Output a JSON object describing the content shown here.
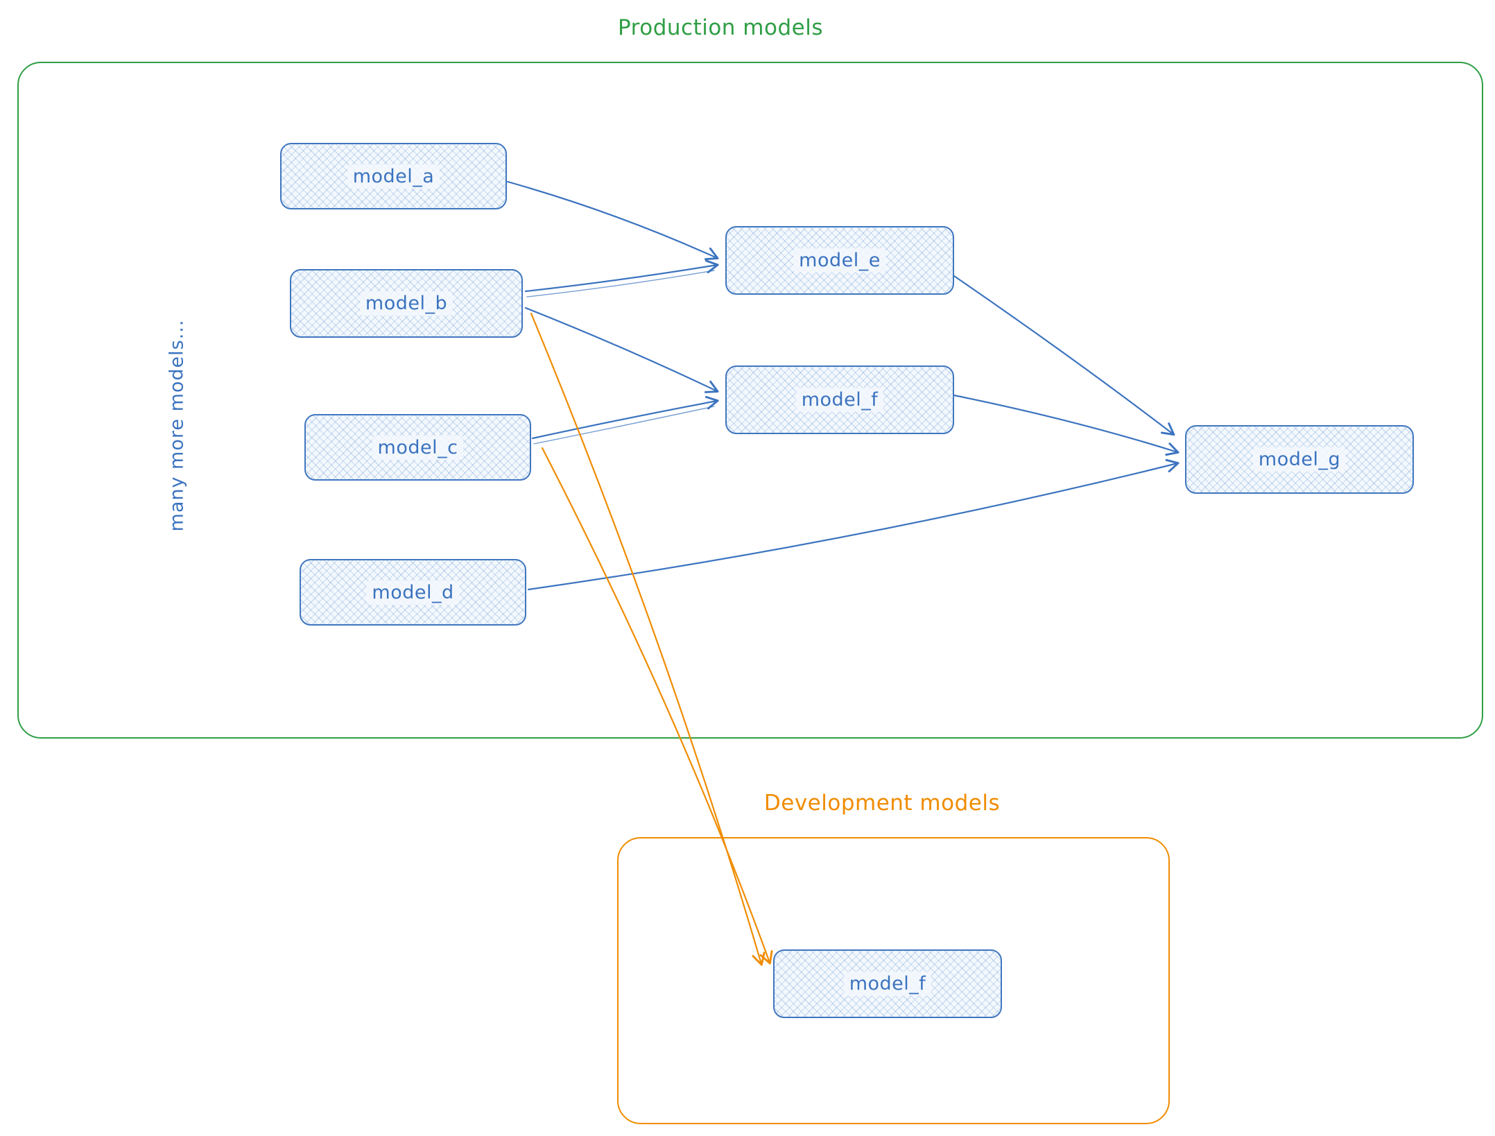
{
  "diagram": {
    "production": {
      "title": "Production models",
      "side_label": "many more models...",
      "nodes": [
        {
          "id": "model_a",
          "label": "model_a"
        },
        {
          "id": "model_b",
          "label": "model_b"
        },
        {
          "id": "model_c",
          "label": "model_c"
        },
        {
          "id": "model_d",
          "label": "model_d"
        },
        {
          "id": "model_e",
          "label": "model_e"
        },
        {
          "id": "model_f",
          "label": "model_f"
        },
        {
          "id": "model_g",
          "label": "model_g"
        }
      ]
    },
    "development": {
      "title": "Development models",
      "nodes": [
        {
          "id": "model_f_dev",
          "label": "model_f"
        }
      ]
    },
    "edges": [
      {
        "from": "model_a",
        "to": "model_e",
        "color": "blue"
      },
      {
        "from": "model_b",
        "to": "model_e",
        "color": "blue"
      },
      {
        "from": "model_b",
        "to": "model_f",
        "color": "blue"
      },
      {
        "from": "model_c",
        "to": "model_f",
        "color": "blue"
      },
      {
        "from": "model_d",
        "to": "model_g",
        "color": "blue"
      },
      {
        "from": "model_e",
        "to": "model_g",
        "color": "blue"
      },
      {
        "from": "model_f",
        "to": "model_g",
        "color": "blue"
      },
      {
        "from": "model_b",
        "to": "model_f_dev",
        "color": "orange"
      },
      {
        "from": "model_c",
        "to": "model_f_dev",
        "color": "orange"
      }
    ],
    "colors": {
      "production_border": "#2f9e44",
      "development_border": "#f08c00",
      "node_border": "#3f76bf",
      "node_text": "#3b73bf",
      "arrow_blue": "#3b73bf",
      "arrow_orange": "#f08c00"
    }
  }
}
